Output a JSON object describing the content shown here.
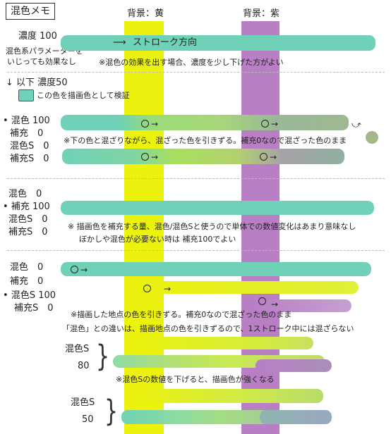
{
  "title": "混色メモ",
  "columns": {
    "yellow_label": "背景：黄",
    "purple_label": "背景：紫",
    "yellow_color": "#eaf20e",
    "purple_color": "#b87fc4"
  },
  "stroke_color": "#6fd1b8",
  "sec1": {
    "setting": "濃度 100",
    "note1": "混色系パラメーターを",
    "note2": "いじっても効果なし",
    "direction": "ストローク方向",
    "comment": "※混色の効果を出す場合、濃度を少し下げた方がよい"
  },
  "sec2": {
    "heading": "以下 濃度50",
    "swatch_caption": "この色を描画色として検証",
    "params": [
      "混色 100",
      "補充　0",
      "混色S　0",
      "補充S　0"
    ],
    "comment": "※下の色と混ざりながら、混ざった色を引きずる。補充0なので混ざった色のまま"
  },
  "sec3": {
    "params": [
      "混色　0",
      "補充 100",
      "混色S　0",
      "補充S　0"
    ],
    "comment1": "※ 描画色を補充する量、混色/混色Sと使うので単体での数値変化はあまり意味なし",
    "comment2": "ぼかしや混色が必要ない時は 補充100でよい"
  },
  "sec4": {
    "params": [
      "混色　0",
      "補充　0",
      "混色S 100",
      "補充S　0"
    ],
    "comment1": "※描画した地点の色を引きずる。補充0なので混ざった色のまま",
    "comment2": "「混色」との違いは、描画地点の色を引きずるので、1ストローク中には混ざらない"
  },
  "sec5": {
    "label": "混色S",
    "value": "80",
    "comment": "※混色Sの数値を下げると、描画色が強くなる"
  },
  "sec6": {
    "label": "混色S",
    "value": "50"
  }
}
